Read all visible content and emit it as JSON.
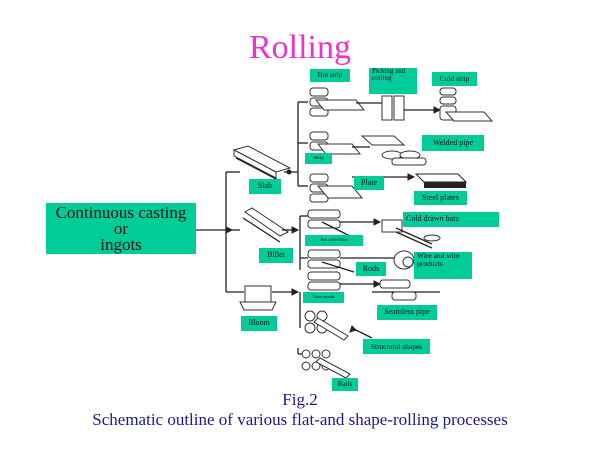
{
  "title": "Rolling",
  "source": {
    "line1": "Continuous casting",
    "line2": "or",
    "line3": "ingots"
  },
  "intermediates": {
    "slab": "Slab",
    "billet": "Billet",
    "bloom": "Bloom"
  },
  "processes": {
    "hot_strip": "Hot strip",
    "picking_line1": "Picking and",
    "picking_line2": "coiling",
    "cold_strip": "Cold strip",
    "skelp": "Skelp",
    "welded_pipe": "Welded pipe",
    "plate": "Plate",
    "steel_plates": "Steel plates",
    "cold_drawn_bars": "Cold drawn bars",
    "hot_rolled_bars": "Hot rolled bars",
    "rods": "Rods",
    "wire_line1": "Wire and wire",
    "wire_line2": "products",
    "tube_rounds": "Tube rounds",
    "seamless_pipe": "Seamless pipe",
    "structural_shapes": "Structural shapes",
    "rails": "Rails"
  },
  "caption": {
    "fig": "Fig.2",
    "text": "Schematic outline of various flat-and shape-rolling processes"
  },
  "colors": {
    "title": "#ee33cc",
    "label_bg": "#00cc99",
    "caption": "#1a1a8c"
  }
}
